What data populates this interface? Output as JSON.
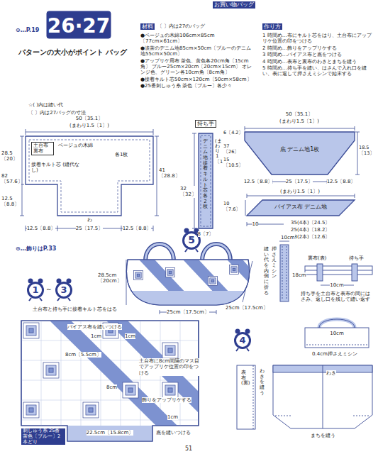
{
  "diagram": {
    "title": "パターンの大小がポイント バッグ",
    "nodes": [
      {
        "text": [
          "26·27"
        ]
      },
      {
        "text": [
          "土台布 裏布",
          "ベージュの木綿",
          "接着キルト芯 (縫代なし)",
          "各1枚"
        ]
      },
      {
        "text": [
          "持ち手",
          "デニム地 接着キルト芯 各2枚"
        ]
      },
      {
        "text": [
          "底 デニム地1枚"
        ]
      },
      {
        "text": [
          "バイアス布 デニム地"
        ]
      },
      {
        "text": [
          "5"
        ]
      },
      {
        "text": [
          "1"
        ]
      },
      {
        "text": [
          "3"
        ]
      },
      {
        "text": [
          "4"
        ]
      }
    ],
    "labels": [
      "お買い物バッグ",
      "⊙…P.19",
      "材料",
      "〔 〕内は27のバッグ",
      "●ベージュの木綿106cm×85cm〔77cm×61cm〕",
      "●淡茶のデニム地85cm×50cm〔ブルーのデニム地55cm×50cm〕",
      "●アップリケ用布 茶色、黄色各20cm角〔15cm角〕 ブルー25cm×20cm〔20cm×15cm〕 オレンジ色、グリーン各10cm角〔8cm角〕",
      "●接着キルト芯50cm×120cm〔50cm×58cm〕",
      "●25番刺しゅう糸 茶色〔ブルー〕各少々",
      "作り方",
      "1 時間め…布にキルト芯をはり、土台布にアップリケ位置の印をつける",
      "2 時間め…飾りをアップリケする",
      "3 時間め…バイアス布と底をつける",
      "4 時間め…表布と裏布のわきとまちを縫う",
      "5 時間め…持ち手を縫い、はさんで入れ口を縫い、表に返して押さえミシンで始末する",
      "☆( )内は縫い代",
      "〔 〕内は27バッグの寸法",
      "50〔35.1〕",
      "(まわり1.5〔1〕)",
      "28.5〔20〕",
      "82〔57.6〕",
      "12.5〔8.8〕",
      "41〔28.8〕",
      "わ",
      "12.5〔8.8〕",
      "25〔17.5〕",
      "12.5〔8.8〕",
      "32〔32〕",
      "(まわり1〔1〕)",
      "8〔7〕",
      "50〔35.1〕",
      "(まわり1.5〔1〕)",
      "6〔4.2〕",
      "37〔26〕",
      "15〔10.5〕",
      "18.5〔13〕",
      "12.5〔8.8〕",
      "25〔17.5〕",
      "12.5〔8.8〕",
      "(まわり1.5〔1〕)",
      "10〔7.6〕",
      "10",
      "35(4本)〔24.5〕",
      "25(4本)〔18.2〕",
      "18(2本)〔12.6〕",
      "⊙…飾りはP.33",
      "28.5cm〔20cm〕",
      "25cm〔17.5cm〕",
      "25cm〔17.5cm〕",
      "縫い代を内側に折る",
      "押さえミシン",
      "10cm",
      "18cm",
      "裏布(表)",
      "持ち手",
      "10cm",
      "持ち手を土台布と表布の間にはさみ、返し口を残して縫い返す",
      "10cm",
      "0.4cm押さえミシン",
      "～",
      "土台布と持ち手に接着キルト芯をはる",
      "バイアス布を縫いつける",
      "1cm",
      "1cm",
      "8cm〔5.5cm〕",
      "土台布に8cm間隔のマス目でアップリケ位置の印をつける",
      "飾りをアップリケする",
      "8cm",
      "1cm",
      "22.5cm〔15.8cm〕",
      "刺しゅう糸 25番 茶色〔ブルー〕2本どり",
      "底を縫いつける",
      "わきを縫う",
      "表布(裏)",
      "わき",
      "まちを縫う",
      "51"
    ]
  }
}
